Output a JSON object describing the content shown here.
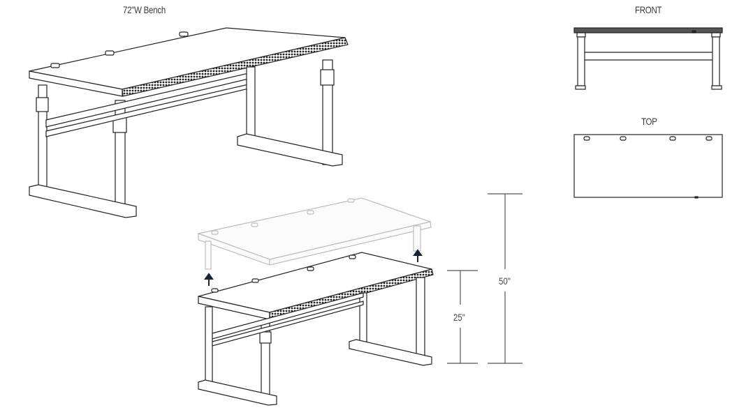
{
  "views": {
    "main": {
      "title": "72\"W Bench"
    },
    "front": {
      "title": "FRONT"
    },
    "top": {
      "title": "TOP"
    }
  },
  "dimensions": {
    "seated_height": "25\"",
    "standing_height": "50\""
  },
  "icons": {
    "lift_arrow_left": "up-arrow",
    "lift_arrow_right": "up-arrow"
  },
  "colors": {
    "line": "#222222",
    "ghost": "#bfbfbf",
    "dim_line": "#555555",
    "arrow": "#1a2433"
  }
}
